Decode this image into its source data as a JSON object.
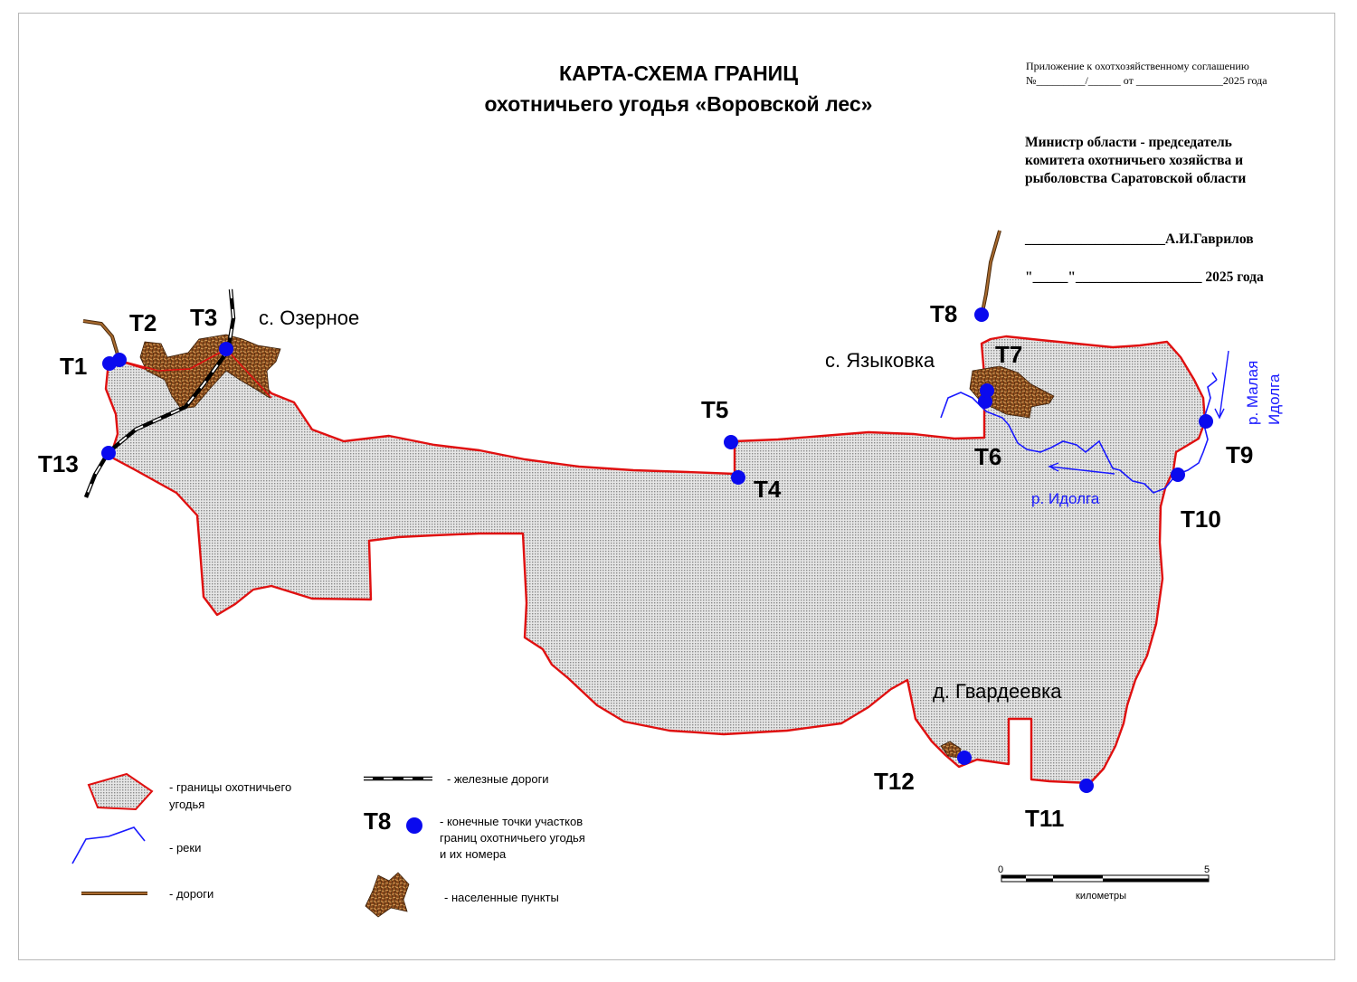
{
  "header": {
    "title_line1": "КАРТА-СХЕМА ГРАНИЦ",
    "title_line2": "охотничьего угодья «Воровской лес»"
  },
  "approval": {
    "appendix_line1": "Приложение к охотхозяйственному соглашению",
    "appendix_line2": "№_________/______ от ________________2025 года",
    "minister_line1": "Министр области - председатель",
    "minister_line2": "комитета охотничьего хозяйства и",
    "minister_line3": "рыболовства Саратовской области",
    "signature": "____________________А.И.Гаврилов",
    "date": "\"_____\"__________________ 2025 года"
  },
  "points": {
    "T1": "T1",
    "T2": "T2",
    "T3": "T3",
    "T4": "T4",
    "T5": "T5",
    "T6": "T6",
    "T7": "T7",
    "T8": "T8",
    "T9": "T9",
    "T10": "T10",
    "T11": "T11",
    "T12": "T12",
    "T13": "T13"
  },
  "places": {
    "ozernoe": "с. Озерное",
    "yazykovka": "с. Языковка",
    "gvardeevka": "д. Гвардеевка"
  },
  "rivers": {
    "idolga": "р. Идолга",
    "malaya_line1": "р. Малая",
    "malaya_line2": "Идолга"
  },
  "legend": {
    "boundary_line1": "- границы охотничьего",
    "boundary_line2": "угодья",
    "rivers": "- реки",
    "roads": "- дороги",
    "railways": "- железные дороги",
    "points_label": "T8",
    "points_line1": "- конечные точки участков",
    "points_line2": "границ охотничьего угодья",
    "points_line3": "и их номера",
    "settlements": "- населенные пункты"
  },
  "scale": {
    "start": "0",
    "end": "5",
    "unit": "километры"
  },
  "colors": {
    "boundary": "#e01010",
    "river": "#1a1aff",
    "road": "#7a4a1e",
    "point": "#0a0aee",
    "settlement": "#8b4a1c",
    "fill": "#d6d6d6"
  }
}
